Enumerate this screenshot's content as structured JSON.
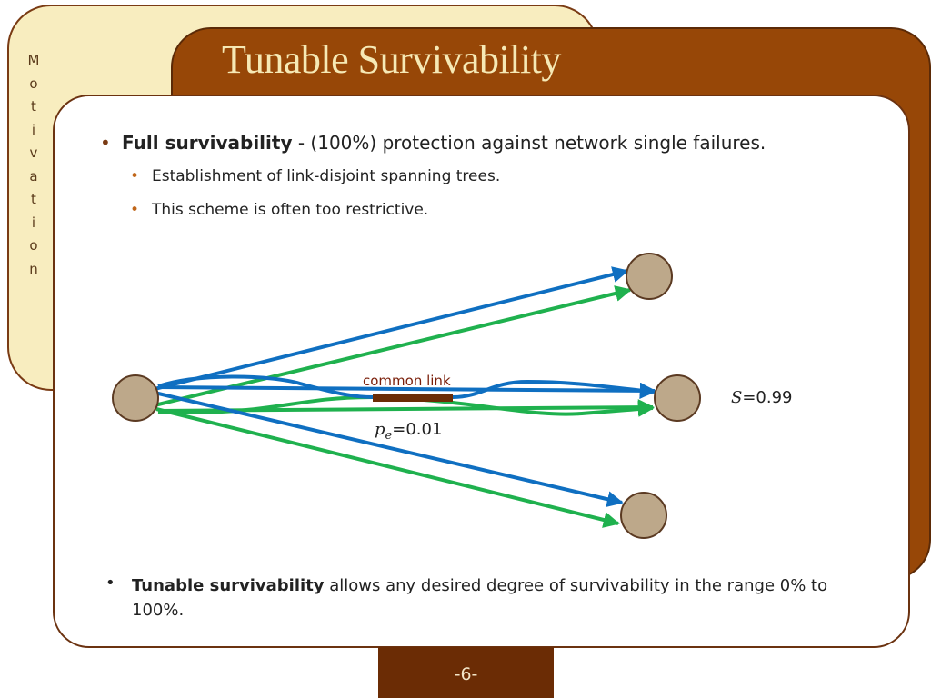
{
  "side_label": [
    "M",
    "o",
    "t",
    "i",
    "v",
    "a",
    "t",
    "i",
    "o",
    "n"
  ],
  "title": "Tunable Survivability",
  "bullets": {
    "b1_bold": "Full survivability",
    "b1_rest": " - (100%) protection against network single failures.",
    "b2": "Establishment of link-disjoint spanning trees.",
    "b3": "This scheme is often too restrictive.",
    "b4_bold": "Tunable survivability",
    "b4_rest": " allows any desired degree of survivability in the range 0% to 100%."
  },
  "diagram": {
    "common_link_label": "common link",
    "pe_var": "p",
    "pe_sub": "e",
    "pe_value": "=0.01",
    "s_var": "S",
    "s_value": "=0.99",
    "colors": {
      "tree1": "#0f6fc1",
      "tree2": "#1fb14e",
      "node_fill": "#bda88a",
      "node_stroke": "#5b3a22",
      "common_link": "#6b2c05",
      "label": "#7a1f0a"
    }
  },
  "page_number": "-6-"
}
